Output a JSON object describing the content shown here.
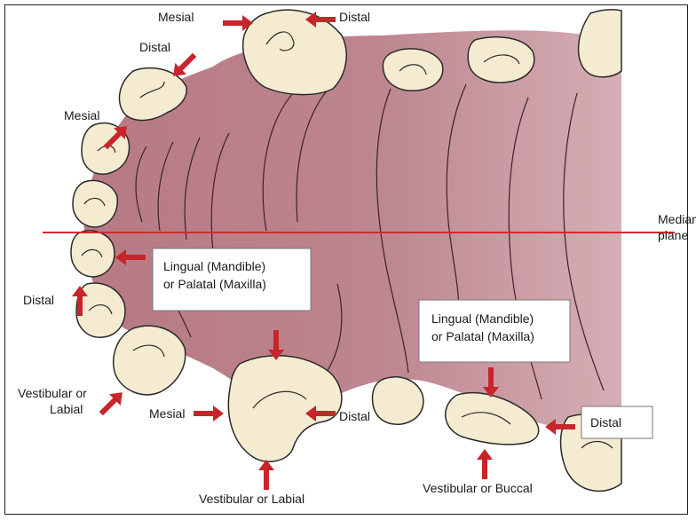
{
  "labels": {
    "mesial_top": "Mesial",
    "distal_top": "Distal",
    "distal_left": "Distal",
    "mesial_left": "Mesial",
    "distal_lower_left": "Distal",
    "vestibular_labial_left": [
      "Vestibular or",
      "Labial"
    ],
    "mesial_canine": "Mesial",
    "distal_canine": "Distal",
    "vestibular_labial_bottom": "Vestibular or Labial",
    "vestibular_buccal": "Vestibular or Buccal",
    "distal_right_box": "Distal",
    "median_plane": [
      "Median",
      "plane"
    ]
  },
  "boxes": {
    "lingual_palatal_1": [
      "Lingual (Mandible)",
      "or Palatal (Maxilla)"
    ],
    "lingual_palatal_2": [
      "Lingual (Mandible)",
      "or Palatal (Maxilla)"
    ]
  },
  "colors": {
    "arrow": "#c8252a",
    "median_line": "#d42a2f",
    "gum": "#b87c86",
    "tooth": "#f4ebd0"
  }
}
